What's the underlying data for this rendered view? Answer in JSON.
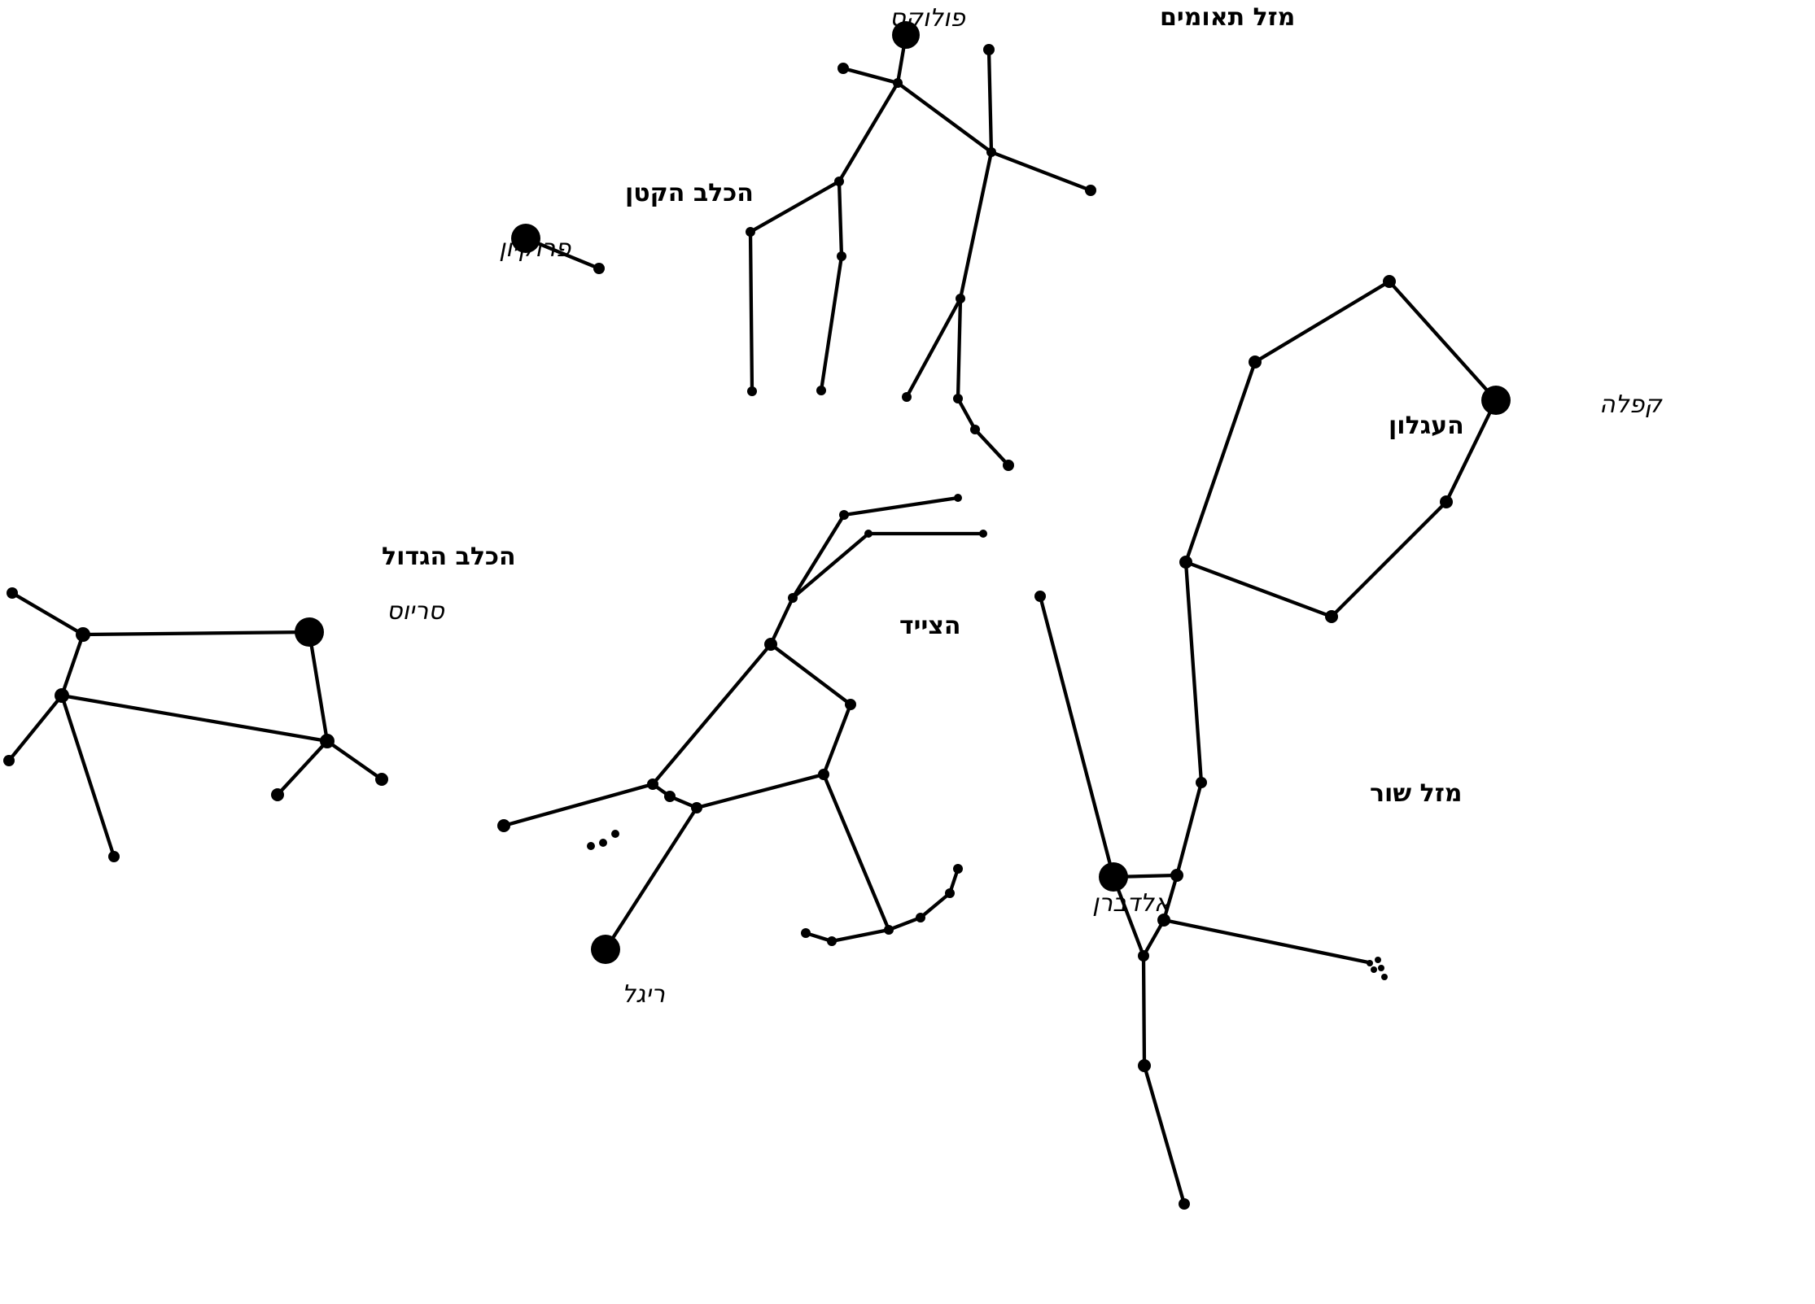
{
  "constellations": {
    "gemini": "מזל תאומים",
    "canis_minor": "הכלב הקטן",
    "canis_major": "הכלב הגדול",
    "orion": "הצייד",
    "auriga": "העגלון",
    "taurus": "מזל שור"
  },
  "stars": {
    "pollux": "פולוקס",
    "procyon": "פרוקיון",
    "sirius": "סריוס",
    "rigel": "ריגל",
    "capella": "קפלה",
    "aldebaran": "אלדברן"
  },
  "colors": {
    "ink": "#000000",
    "background": "#ffffff"
  }
}
